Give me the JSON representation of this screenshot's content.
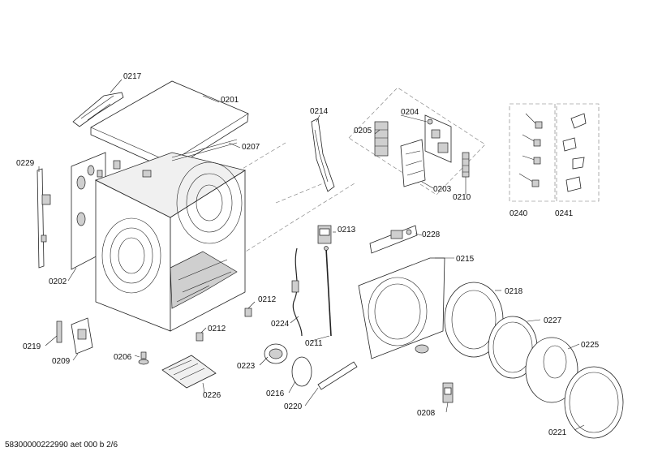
{
  "labels": [
    {
      "id": "0217",
      "text": "0217"
    },
    {
      "id": "0201",
      "text": "0201"
    },
    {
      "id": "0214",
      "text": "0214"
    },
    {
      "id": "0204",
      "text": "0204"
    },
    {
      "id": "0205",
      "text": "0205"
    },
    {
      "id": "0207",
      "text": "0207"
    },
    {
      "id": "0229",
      "text": "0229"
    },
    {
      "id": "0203",
      "text": "0203"
    },
    {
      "id": "0210",
      "text": "0210"
    },
    {
      "id": "0240",
      "text": "0240"
    },
    {
      "id": "0241",
      "text": "0241"
    },
    {
      "id": "0213",
      "text": "0213"
    },
    {
      "id": "0228",
      "text": "0228"
    },
    {
      "id": "0215",
      "text": "0215"
    },
    {
      "id": "0202",
      "text": "0202"
    },
    {
      "id": "0218",
      "text": "0218"
    },
    {
      "id": "0212a",
      "text": "0212"
    },
    {
      "id": "0227",
      "text": "0227"
    },
    {
      "id": "0224",
      "text": "0224"
    },
    {
      "id": "0212b",
      "text": "0212"
    },
    {
      "id": "0219",
      "text": "0219"
    },
    {
      "id": "0225",
      "text": "0225"
    },
    {
      "id": "0211",
      "text": "0211"
    },
    {
      "id": "0206",
      "text": "0206"
    },
    {
      "id": "0209",
      "text": "0209"
    },
    {
      "id": "0223",
      "text": "0223"
    },
    {
      "id": "0226",
      "text": "0226"
    },
    {
      "id": "0216",
      "text": "0216"
    },
    {
      "id": "0220",
      "text": "0220"
    },
    {
      "id": "0208",
      "text": "0208"
    },
    {
      "id": "0221",
      "text": "0221"
    }
  ],
  "footer": "58300000222990 aet 000 b 2/6"
}
